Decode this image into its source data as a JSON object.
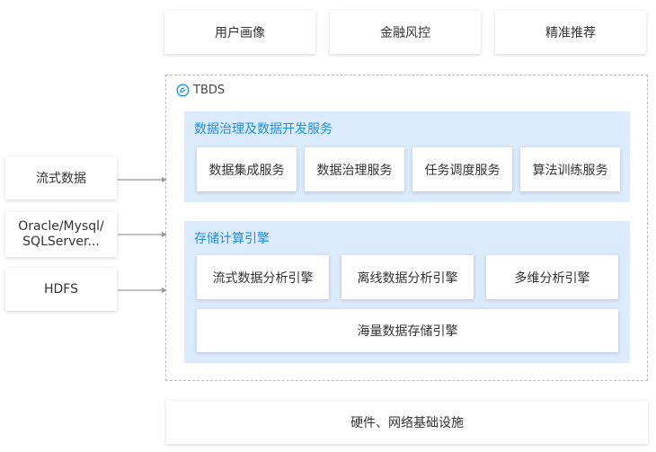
{
  "top_apps": [
    "用户画像",
    "金融风控",
    "精准推荐"
  ],
  "platform": {
    "brand": "TBDS",
    "icon": "tbds-logo-icon",
    "accent": "#1e8fe6"
  },
  "dev_services": {
    "title": "数据治理及数据开发服务",
    "items": [
      "数据集成服务",
      "数据治理服务",
      "任务调度服务",
      "算法训练服务"
    ]
  },
  "storage_compute": {
    "title": "存储计算引擎",
    "row1": [
      "流式数据分析引擎",
      "离线数据分析引擎",
      "多维分析引擎"
    ],
    "row2": "海量数据存储引擎"
  },
  "sources": {
    "stream": "流式数据",
    "db_line1": "Oracle/Mysql/",
    "db_line2": "SQLServer...",
    "hdfs": "HDFS"
  },
  "infrastructure": "硬件、网络基础设施"
}
